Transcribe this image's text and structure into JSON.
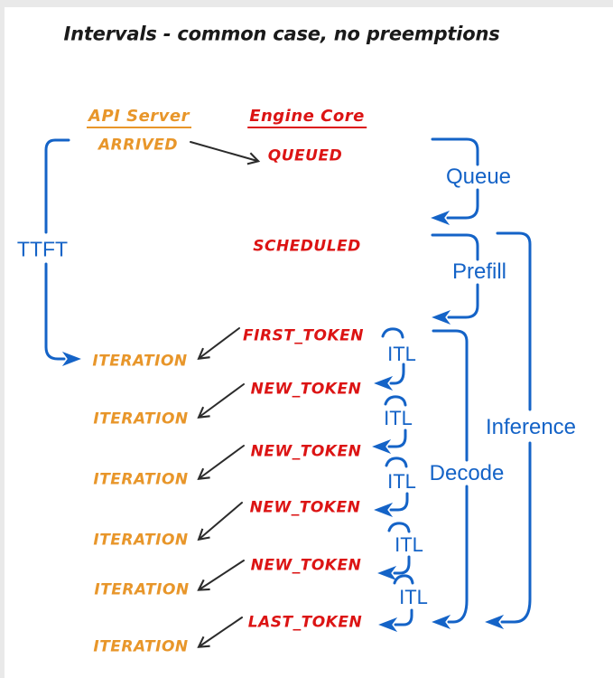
{
  "title": "Intervals - common case, no preemptions",
  "columns": {
    "api_server": "API Server",
    "engine_core": "Engine Core"
  },
  "events": {
    "arrived": "ARRIVED",
    "queued": "QUEUED",
    "scheduled": "SCHEDULED",
    "first_token": "FIRST_TOKEN",
    "new_token": "NEW_TOKEN",
    "last_token": "LAST_TOKEN",
    "iteration": "ITERATION"
  },
  "intervals": {
    "ttft": "TTFT",
    "queue": "Queue",
    "prefill": "Prefill",
    "itl": "ITL",
    "decode": "Decode",
    "inference": "Inference"
  },
  "colors": {
    "orange": "#E8962A",
    "red": "#DC1414",
    "blue": "#1463C7",
    "black_arrow": "#2B2B2B",
    "title_text": "#1A1A1A",
    "background": "#FFFFFF",
    "window_edge": "#E9E9E9"
  }
}
